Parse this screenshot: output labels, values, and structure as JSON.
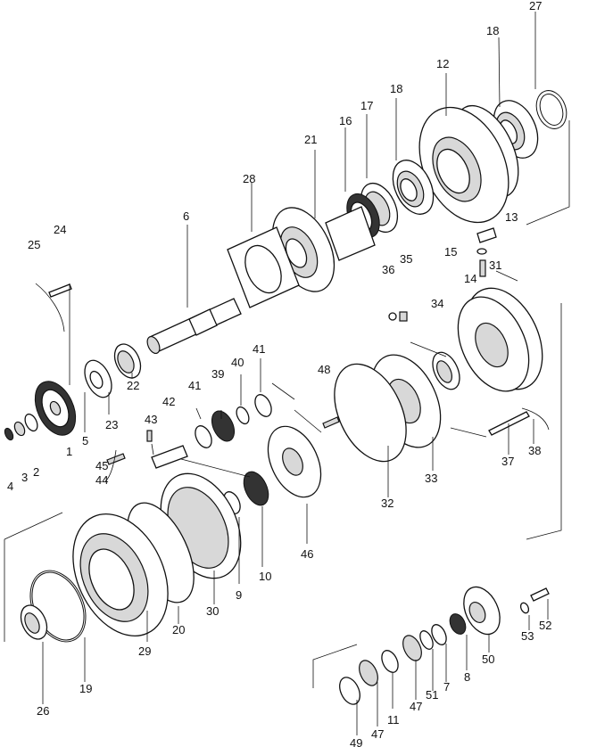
{
  "labels": [
    "1",
    "2",
    "3",
    "4",
    "5",
    "6",
    "7",
    "8",
    "9",
    "10",
    "11",
    "12",
    "13",
    "14",
    "15",
    "16",
    "17",
    "18",
    "18",
    "19",
    "20",
    "21",
    "22",
    "23",
    "24",
    "25",
    "26",
    "27",
    "28",
    "29",
    "30",
    "31",
    "32",
    "33",
    "34",
    "35",
    "36",
    "37",
    "38",
    "39",
    "40",
    "41",
    "41",
    "42",
    "43",
    "44",
    "45",
    "46",
    "47",
    "47",
    "48",
    "49",
    "50",
    "51",
    "52",
    "53"
  ]
}
